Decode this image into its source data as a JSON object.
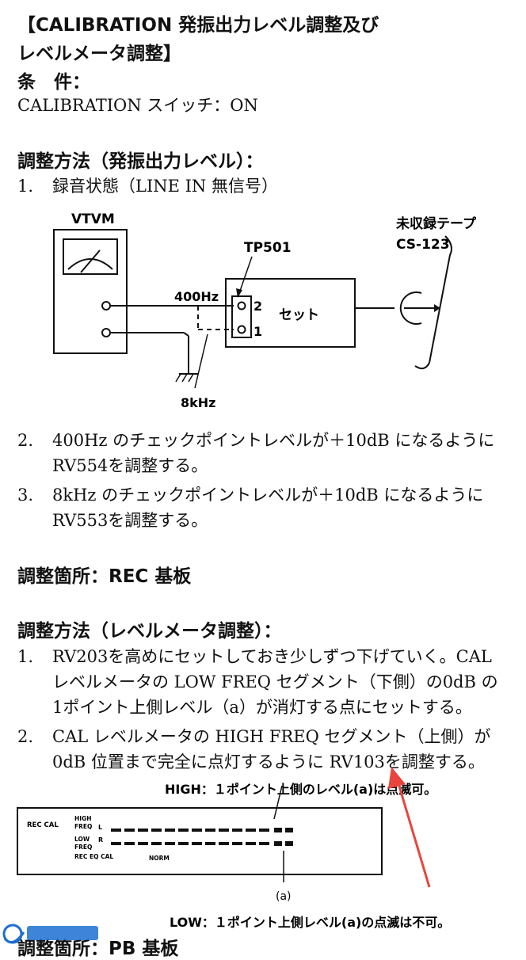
{
  "title": {
    "line1": "【CALIBRATION 発振出力レベル調整及び",
    "line2": "レベルメータ調整】"
  },
  "conditions": {
    "label": "条　件：",
    "text": "CALIBRATION スイッチ：ON"
  },
  "method1": {
    "heading": "調整方法（発振出力レベル）：",
    "steps": [
      {
        "num": "1.",
        "lines": [
          "録音状態（LINE IN 無信号）"
        ]
      },
      {
        "num": "2.",
        "lines": [
          "400Hz のチェックポイントレベルが＋10dB になるように",
          "RV554を調整する。"
        ]
      },
      {
        "num": "3.",
        "lines": [
          "8kHz のチェックポイントレベルが＋10dB になるように",
          "RV553を調整する。"
        ]
      }
    ]
  },
  "diagram1": {
    "vtvm": "VTVM",
    "tp": "TP501",
    "hz400": "400Hz",
    "hz8k": "8kHz",
    "pin2": "2",
    "pin1": "1",
    "set": "セット",
    "tape_line1": "未収録テープ",
    "tape_line2": "CS-123"
  },
  "location1": {
    "text": "調整箇所：REC 基板"
  },
  "method2": {
    "heading": "調整方法（レベルメータ調整）：",
    "steps": [
      {
        "num": "1.",
        "lines": [
          "RV203を高めにセットしておき少しずつ下げていく。CAL",
          "レベルメータの LOW FREQ セグメント（下側）の0dB の",
          "1ポイント上側レベル（a）が消灯する点にセットする。"
        ]
      },
      {
        "num": "2.",
        "lines": [
          "CAL レベルメータの HIGH FREQ セグメント（上側）が",
          "0dB 位置まで完全に点灯するように RV103を調整する。"
        ]
      }
    ]
  },
  "diagram2": {
    "high_note": "HIGH：１ポイント上側のレベル(a)は点滅可。",
    "rec_cal": "REC CAL",
    "high": "HIGH",
    "freq": "FREQ",
    "low": "LOW",
    "l": "L",
    "r": "R",
    "rec_eq_cal": "REC EQ CAL",
    "norm": "NORM",
    "a_label": "(a)",
    "low_note": "LOW：１ポイント上側レベル(a)の点滅は不可。"
  },
  "location2": {
    "text": "調整箇所：PB 基板"
  },
  "colors": {
    "arrow": "#e8453c",
    "watermark": "#1c6fd1"
  }
}
